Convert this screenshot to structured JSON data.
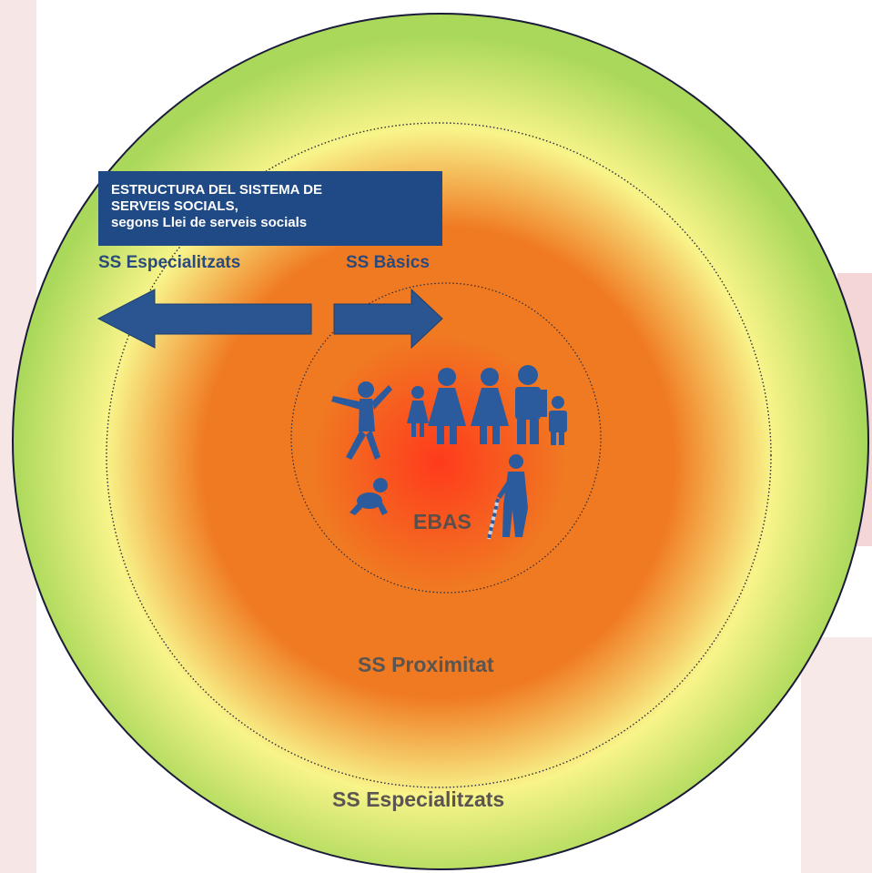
{
  "title_box": {
    "line1": "ESTRUCTURA DEL SISTEMA DE",
    "line2": "SERVEIS SOCIALS,",
    "line3": "segons Llei de serveis socials"
  },
  "labels": {
    "arrow_left": "SS Especialitzats",
    "arrow_right": "SS Bàsics",
    "center": "EBAS",
    "middle_ring": "SS Proximitat",
    "outer_ring": "SS Especialitzats"
  },
  "colors": {
    "center": "#ff3a1c",
    "orange": "#f07a22",
    "yellow": "#f8f48a",
    "green": "#a9d85a",
    "outline": "#1a1a3a",
    "title_bg": "#1f4a86",
    "arrow": "#2a5590",
    "figures": "#2b5b9c"
  },
  "icons": {
    "left_arrow": "arrow-left-icon",
    "right_arrow": "arrow-right-icon",
    "people": [
      "person-jumping-icon",
      "girl-icon",
      "woman-icon",
      "woman-icon",
      "man-icon",
      "boy-icon",
      "baby-crawling-icon",
      "elderly-person-with-cane-icon"
    ]
  }
}
